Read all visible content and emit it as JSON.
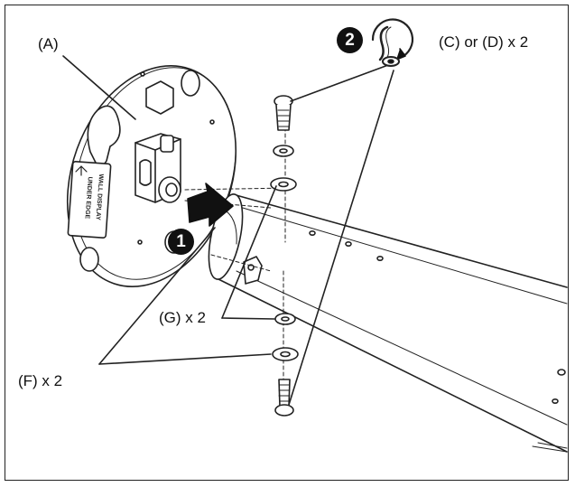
{
  "labels": {
    "plate": "(A)",
    "screw": "(C) or (D) x 2",
    "washer_g": "(G) x 2",
    "washer_f": "(F) x 2"
  },
  "steps": {
    "insert": "1",
    "tighten": "2"
  },
  "plate_text": {
    "line1": "WALL DISPLAY",
    "line2": "UNDER EDGE"
  },
  "colors": {
    "line": "#222222",
    "fill": "#ffffff",
    "step_badge": "#111111"
  }
}
